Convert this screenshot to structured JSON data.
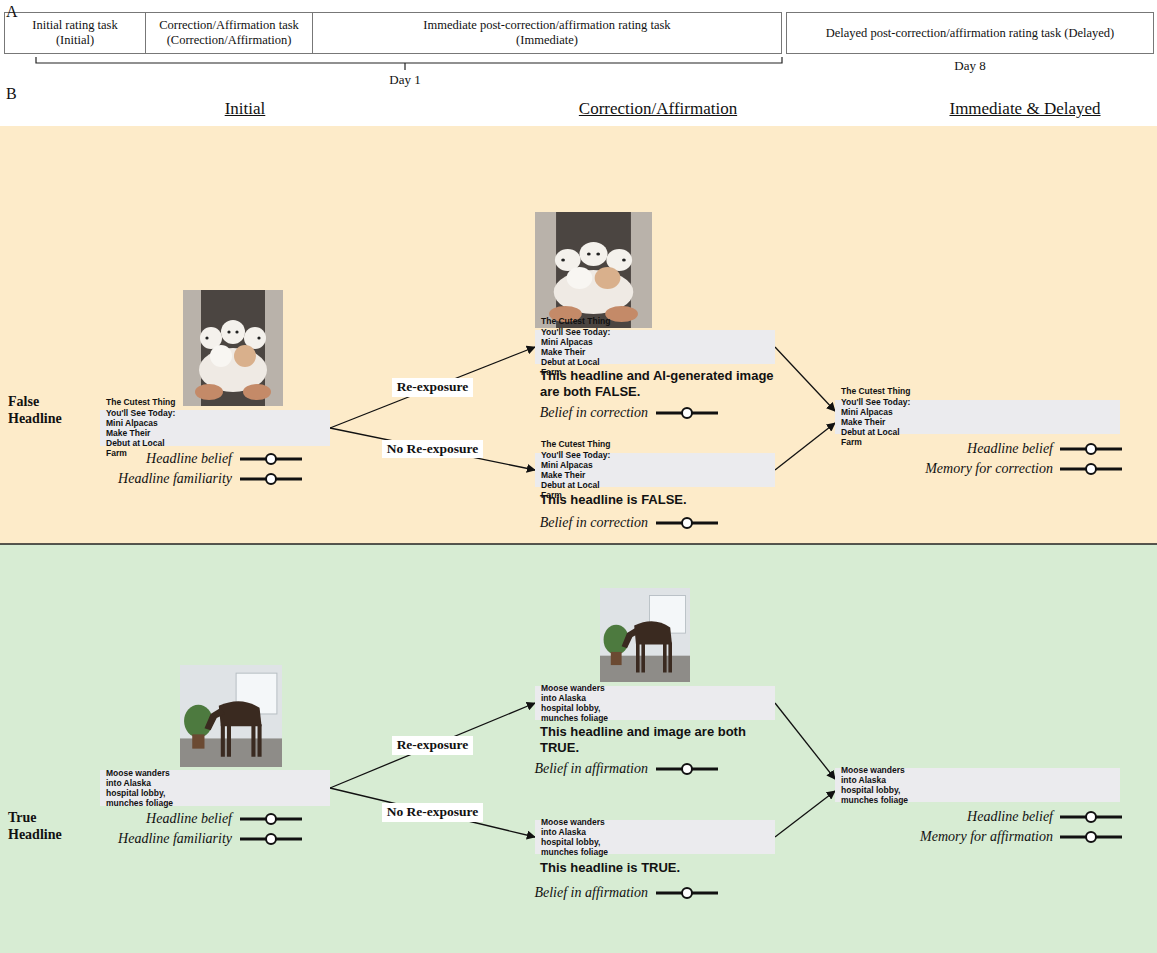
{
  "diagram": {
    "nodes": [
      {
        "text": [
          "Initial rating task (Initial)"
        ]
      },
      {
        "text": [
          "Correction/Affirmation task (Correction/Affirmation)"
        ]
      },
      {
        "text": [
          "Immediate post-correction/affirmation rating task (Immediate)"
        ]
      },
      {
        "text": [
          "Delayed post-correction/affirmation rating task (Delayed)"
        ]
      },
      {
        "text": [
          "False Headline"
        ]
      },
      {
        "text": [
          "The Cutest Thing You'll See Today: Mini Alpacas Make Their Debut at Local Farm"
        ],
        "in": 4
      },
      {
        "text": [
          "The Cutest Thing You'll See Today: Mini Alpacas Make Their Debut at Local Farm"
        ],
        "in": 4
      },
      {
        "text": [
          "The Cutest Thing You'll See Today: Mini Alpacas Make Their Debut at Local Farm"
        ],
        "in": 4
      },
      {
        "text": [
          "The Cutest Thing You'll See Today: Mini Alpacas Make Their Debut at Local Farm"
        ],
        "in": 4
      },
      {
        "text": [
          "True Headline"
        ]
      },
      {
        "text": [
          "Moose wanders into Alaska hospital lobby, munches foliage"
        ],
        "in": 9
      },
      {
        "text": [
          "Moose wanders into Alaska hospital lobby, munches foliage"
        ],
        "in": 9
      },
      {
        "text": [
          "Moose wanders into Alaska hospital lobby, munches foliage"
        ],
        "in": 9
      },
      {
        "text": [
          "Moose wanders into Alaska hospital lobby, munches foliage"
        ],
        "in": 9
      }
    ],
    "edges": [
      {
        "from": 5,
        "to": 6,
        "arrow": "to",
        "label": "Re-exposure"
      },
      {
        "from": 5,
        "to": 7,
        "arrow": "to",
        "label": "No Re-exposure"
      },
      {
        "from": 6,
        "to": 8,
        "arrow": "to"
      },
      {
        "from": 7,
        "to": 8,
        "arrow": "to"
      },
      {
        "from": 10,
        "to": 11,
        "arrow": "to",
        "label": "Re-exposure"
      },
      {
        "from": 10,
        "to": 12,
        "arrow": "to",
        "label": "No Re-exposure"
      },
      {
        "from": 11,
        "to": 13,
        "arrow": "to"
      },
      {
        "from": 12,
        "to": 13,
        "arrow": "to"
      }
    ],
    "labels": [
      "A",
      "Day 1",
      "Day 8",
      "B",
      "Initial",
      "Correction/Affirmation",
      "Immediate & Delayed",
      "Headline belief",
      "Headline familiarity",
      "This headline and AI-generated image are both FALSE.",
      "Belief in correction",
      "This headline is FALSE.",
      "Belief in correction",
      "Headline belief",
      "Memory for correction",
      "Headline belief",
      "Headline familiarity",
      "This headline and image are both TRUE.",
      "Belief in affirmation",
      "This headline is TRUE.",
      "Belief in affirmation",
      "Headline belief",
      "Memory for affirmation"
    ]
  }
}
